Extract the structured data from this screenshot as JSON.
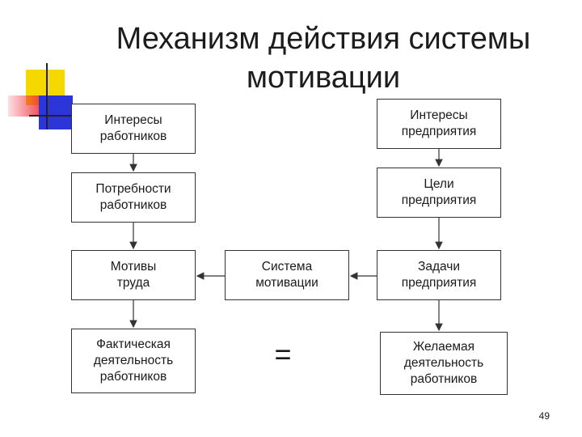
{
  "slide": {
    "title": "Механизм действия системы\nмотивации",
    "page_number": "49",
    "equals_sign": "="
  },
  "boxes": {
    "worker_interests": "Интересы\nработников",
    "company_interests": "Интересы\nпредприятия",
    "worker_needs": "Потребности\nработников",
    "company_goals": "Цели\nпредприятия",
    "labor_motives": "Мотивы\nтруда",
    "motivation_system": "Система\nмотивации",
    "company_tasks": "Задачи\nпредприятия",
    "actual_activity": "Фактическая\nдеятельность\nработников",
    "desired_activity": "Желаемая\nдеятельность\nработников"
  },
  "colors": {
    "deco_yellow": "#f5d800",
    "deco_red": "#f0303a",
    "deco_blue": "#2b35d8",
    "line": "#333333"
  }
}
